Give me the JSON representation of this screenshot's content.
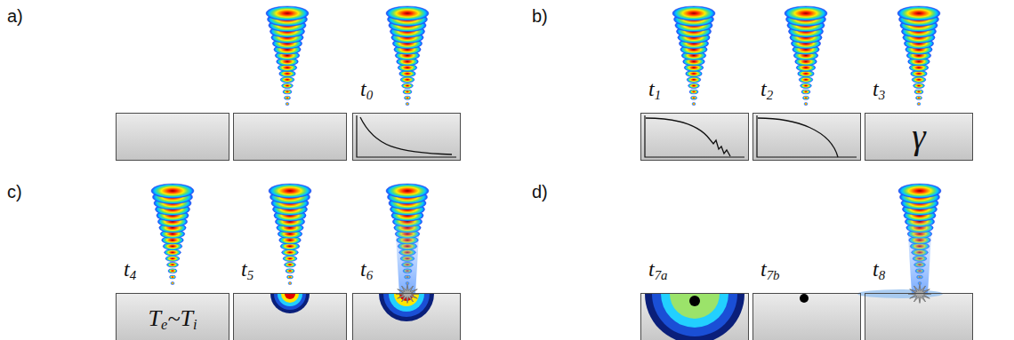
{
  "diagram": {
    "nodes": [
      {
        "text": [
          "t0"
        ]
      },
      {
        "text": [
          "t1"
        ]
      },
      {
        "text": [
          "t2"
        ]
      },
      {
        "text": [
          "t3",
          "γ"
        ]
      },
      {
        "text": [
          "t4",
          "Te~Ti"
        ]
      },
      {
        "text": [
          "t5"
        ]
      },
      {
        "text": [
          "t6"
        ]
      },
      {
        "text": [
          "t7a"
        ]
      },
      {
        "text": [
          "t7b"
        ]
      },
      {
        "text": [
          "t8"
        ]
      }
    ],
    "labels": [
      "a)",
      "b)",
      "c)",
      "d)"
    ]
  }
}
